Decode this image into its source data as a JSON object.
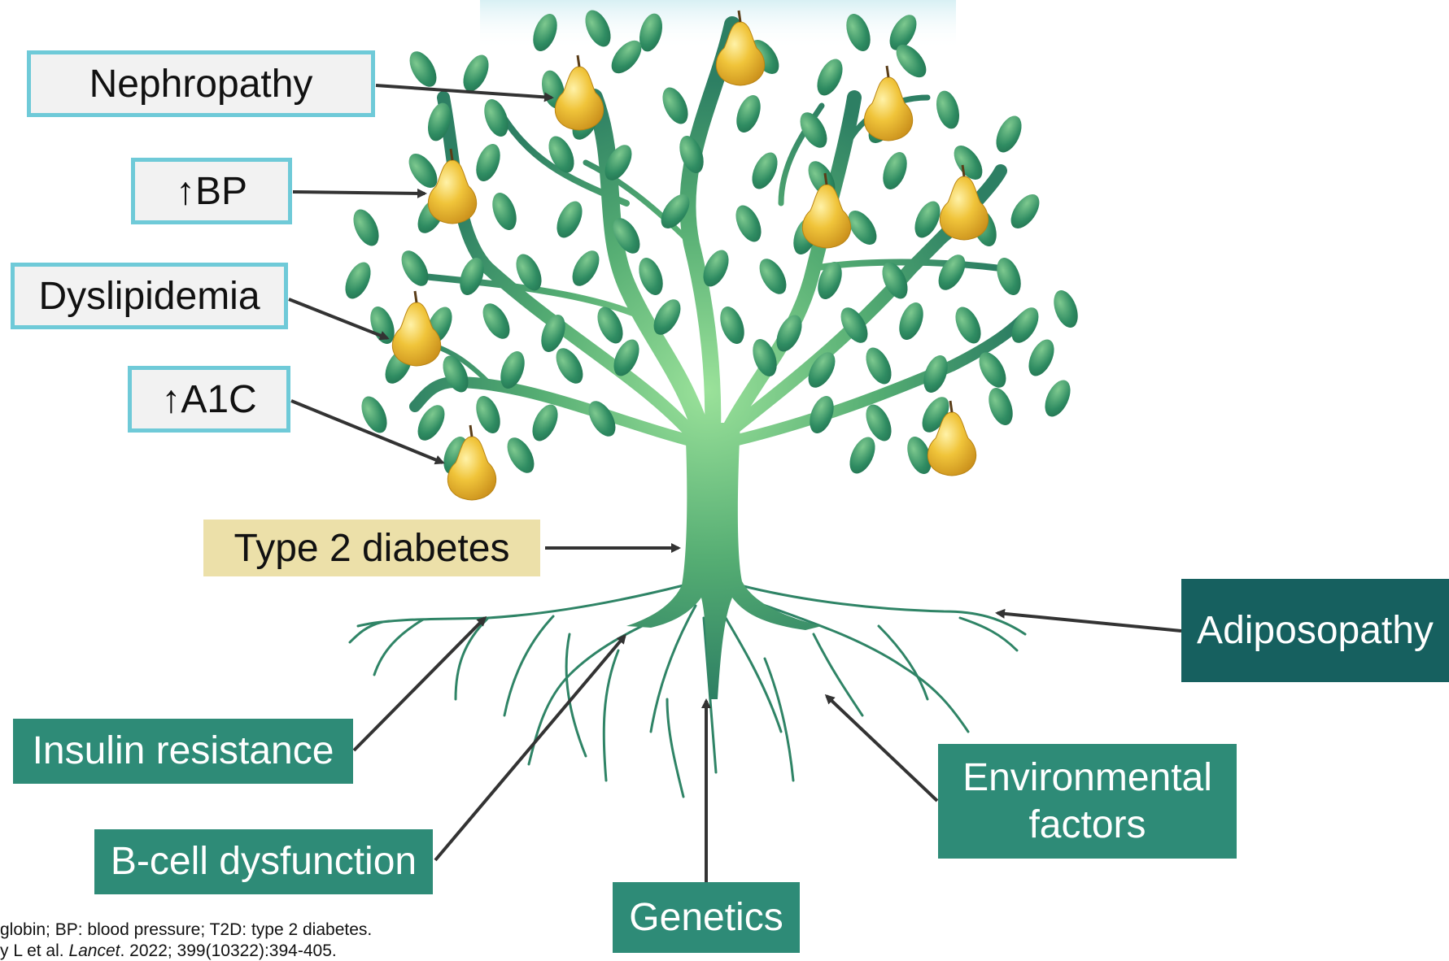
{
  "labels": {
    "nephropathy": "Nephropathy",
    "bp": "↑BP",
    "dyslipidemia": "Dyslipidemia",
    "a1c": "↑A1C",
    "t2d": "Type 2 diabetes",
    "adiposopathy": "Adiposopathy",
    "insulin": "Insulin resistance",
    "bcell": "B-cell dysfunction",
    "env1": "Environmental",
    "env2": "factors",
    "genetics": "Genetics"
  },
  "footnote": {
    "line1": "globin; BP: blood pressure; T2D: type 2 diabetes.",
    "line2_prefix": "y L et al. ",
    "line2_journal": "Lancet",
    "line2_suffix": ". 2022; 399(10322):394-405."
  },
  "colors": {
    "trunk": "#4fa872",
    "trunk_light": "#8fd88f",
    "leaf": "#2f8c62",
    "pear": "#e7b82c",
    "top_border": "#6fcad8",
    "root_box": "#2e8b77",
    "root_box_dark": "#16605f",
    "diabetes_box": "#ece0a9"
  }
}
